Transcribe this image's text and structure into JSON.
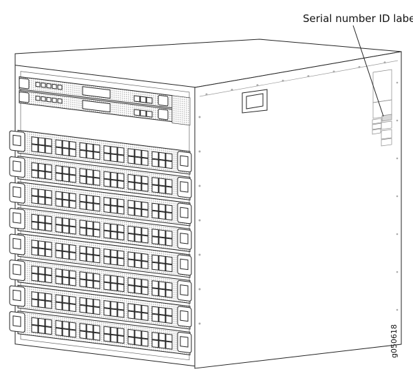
{
  "callouts": {
    "serial_label": "Serial number ID label"
  },
  "figure_id": "g050618",
  "device": {
    "line_card_count": 8,
    "control_card_count": 2,
    "ports_groups_per_card": 6
  },
  "colors": {
    "stroke": "#222222",
    "label_fill": "#d8d8d8",
    "mesh": "#bbbbbb"
  }
}
